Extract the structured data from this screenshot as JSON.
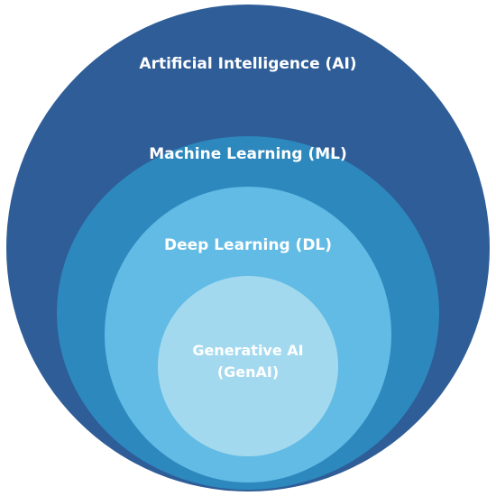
{
  "diagram": {
    "layers": [
      {
        "label": "Artificial Intelligence (AI)",
        "color": "#2e5d97"
      },
      {
        "label": "Machine Learning (ML)",
        "color": "#2d88bd"
      },
      {
        "label": "Deep Learning (DL)",
        "color": "#62bbe5"
      },
      {
        "label_line1": "Generative AI",
        "label_line2": "(GenAI)",
        "color": "#a3d9ee"
      }
    ]
  }
}
